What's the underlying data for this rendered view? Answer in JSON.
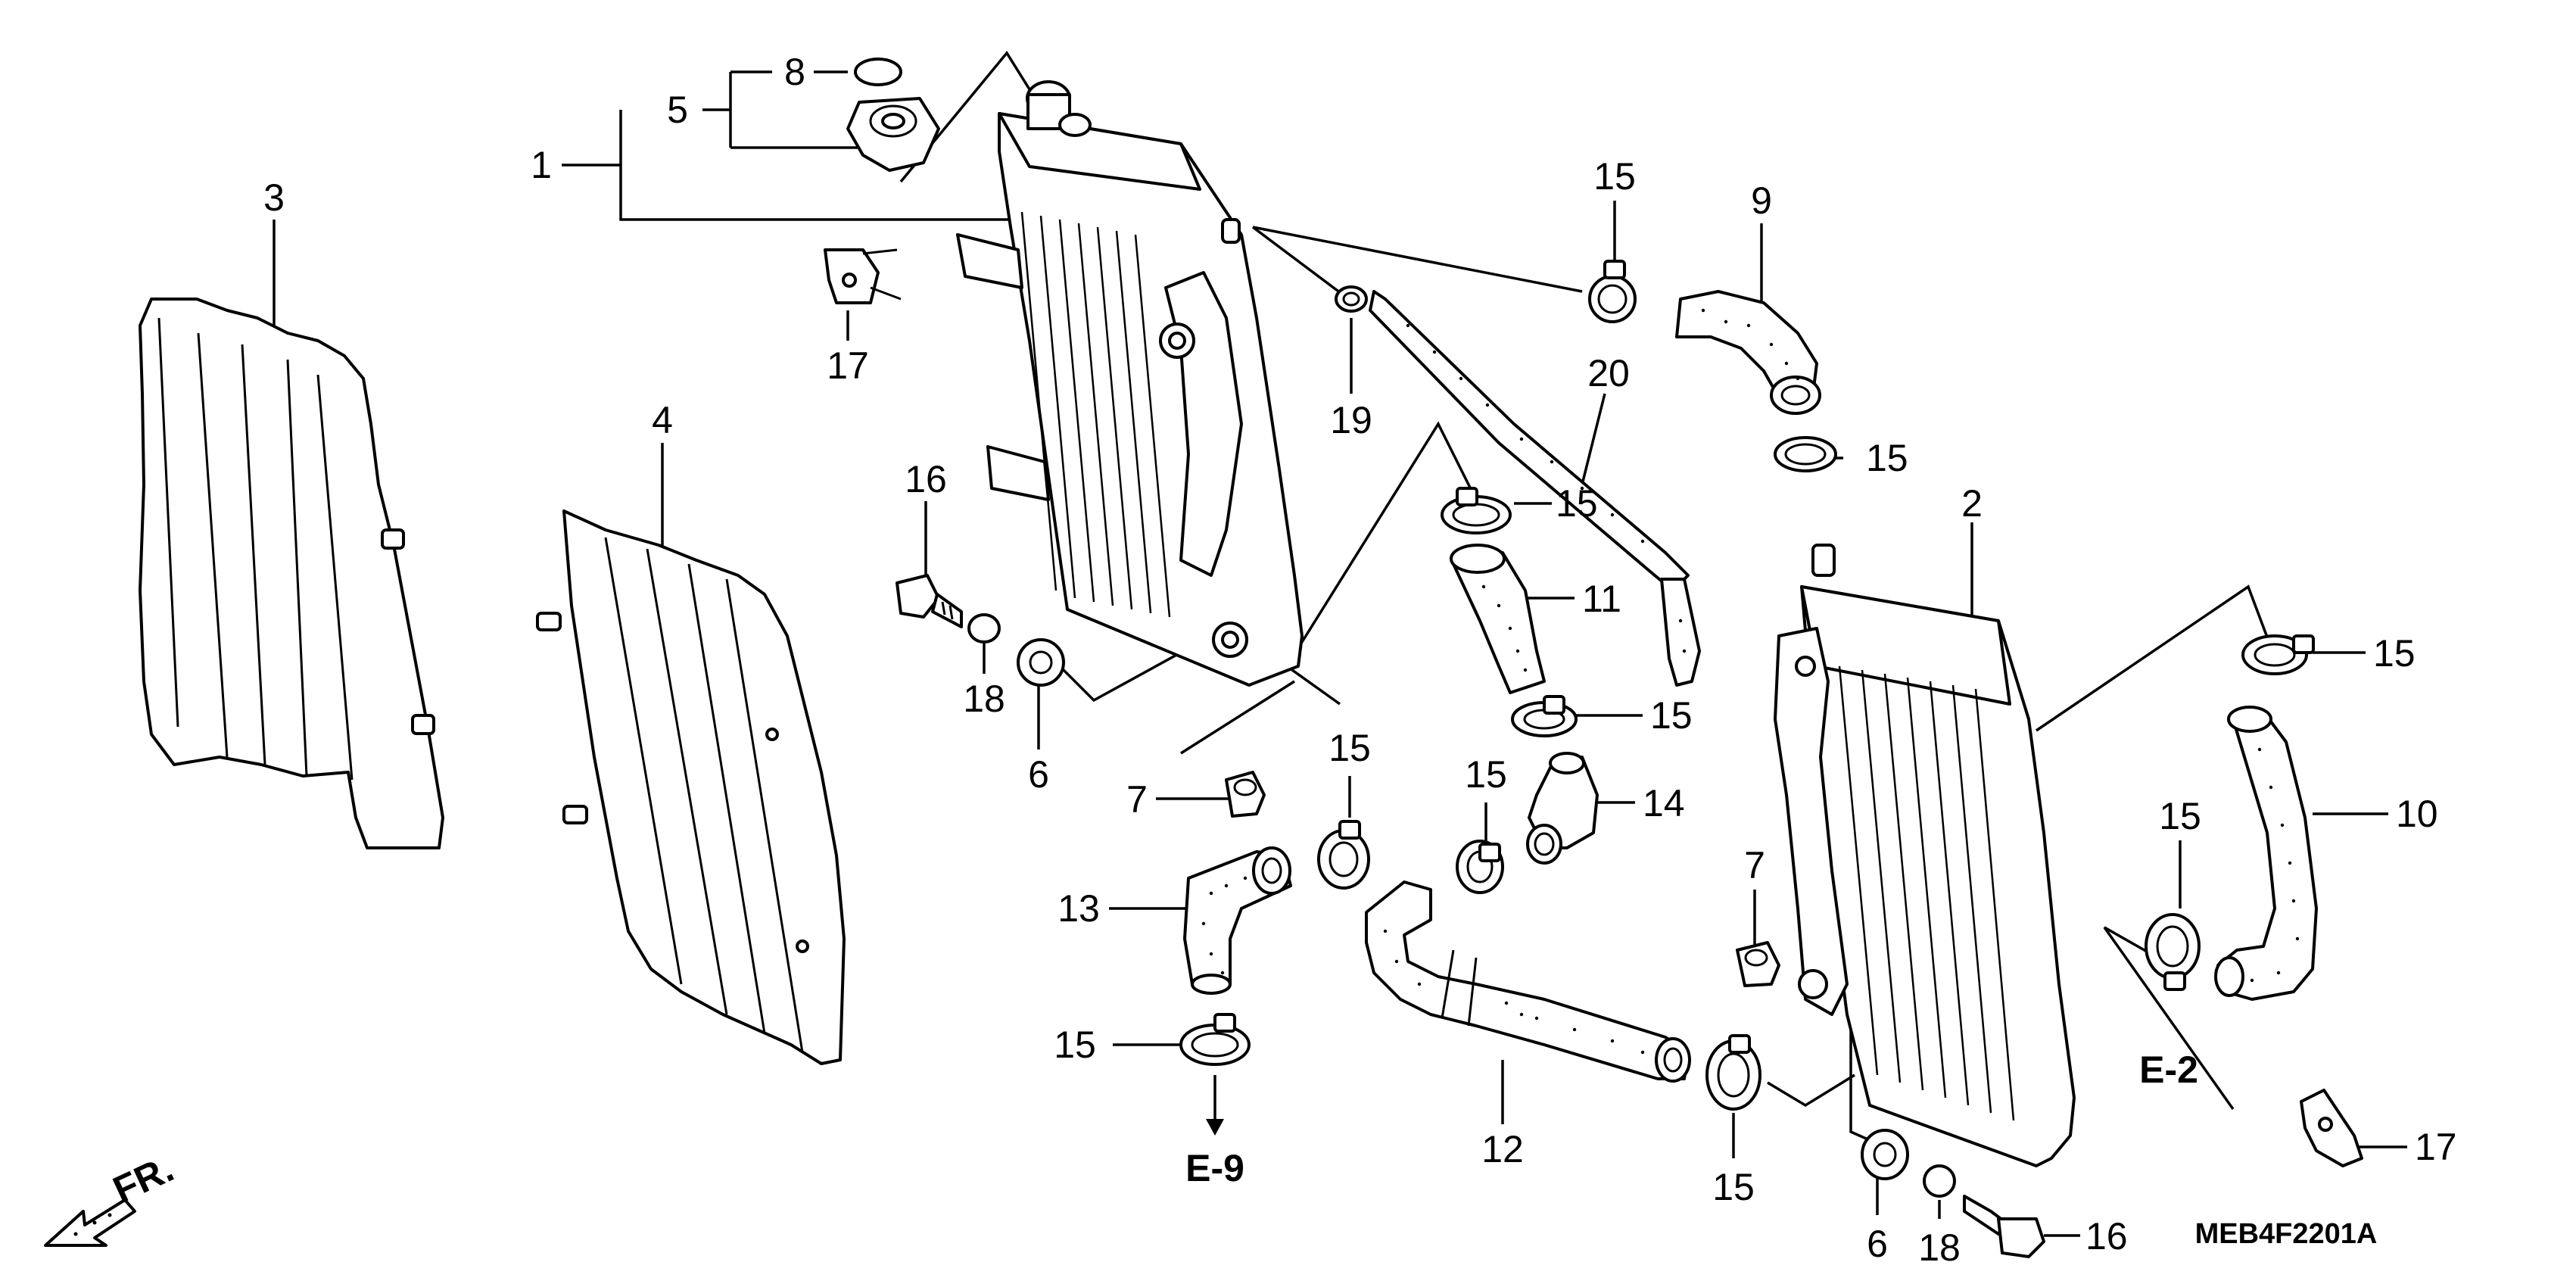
{
  "diagram": {
    "callouts": [
      {
        "id": "c1",
        "text": "1"
      },
      {
        "id": "c5",
        "text": "5"
      },
      {
        "id": "c8",
        "text": "8"
      },
      {
        "id": "c3",
        "text": "3"
      },
      {
        "id": "c17a",
        "text": "17"
      },
      {
        "id": "c4",
        "text": "4"
      },
      {
        "id": "c16a",
        "text": "16"
      },
      {
        "id": "c18a",
        "text": "18"
      },
      {
        "id": "c6a",
        "text": "6"
      },
      {
        "id": "c7a",
        "text": "7"
      },
      {
        "id": "c15a",
        "text": "15"
      },
      {
        "id": "c9",
        "text": "9"
      },
      {
        "id": "c19",
        "text": "19"
      },
      {
        "id": "c20",
        "text": "20"
      },
      {
        "id": "c15b",
        "text": "15"
      },
      {
        "id": "c15c",
        "text": "15"
      },
      {
        "id": "c11",
        "text": "11"
      },
      {
        "id": "c15d",
        "text": "15"
      },
      {
        "id": "c15e",
        "text": "15"
      },
      {
        "id": "c15f",
        "text": "15"
      },
      {
        "id": "c14",
        "text": "14"
      },
      {
        "id": "c13",
        "text": "13"
      },
      {
        "id": "c15g",
        "text": "15"
      },
      {
        "id": "c12",
        "text": "12"
      },
      {
        "id": "c2",
        "text": "2"
      },
      {
        "id": "c15h",
        "text": "15"
      },
      {
        "id": "c10",
        "text": "10"
      },
      {
        "id": "c15i",
        "text": "15"
      },
      {
        "id": "c7b",
        "text": "7"
      },
      {
        "id": "c15j",
        "text": "15"
      },
      {
        "id": "c6b",
        "text": "6"
      },
      {
        "id": "c18b",
        "text": "18"
      },
      {
        "id": "c16b",
        "text": "16"
      },
      {
        "id": "c17b",
        "text": "17"
      }
    ],
    "references": {
      "e9": "E-9",
      "e2": "E-2",
      "front": "FR."
    },
    "drawing_code": "MEB4F2201A"
  }
}
